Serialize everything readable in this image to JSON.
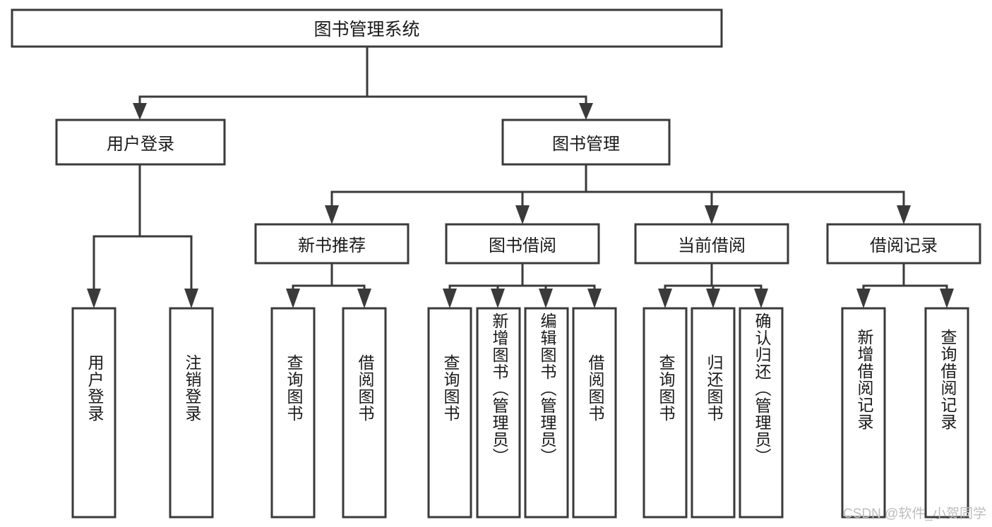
{
  "diagram": {
    "type": "tree-hierarchy",
    "title": "图书管理系统",
    "orientation": "top-down",
    "watermark": "CSDN @软件_小贺同学",
    "colors": {
      "stroke": "#3a3a3a",
      "box_fill": "#ffffff",
      "text": "#1a1a1a",
      "background": "#ffffff",
      "watermark": "#bdbdbd"
    },
    "levels": [
      {
        "level": 0,
        "nodes": [
          {
            "id": "root",
            "label": "图书管理系统",
            "orientation": "horizontal"
          }
        ]
      },
      {
        "level": 1,
        "nodes": [
          {
            "id": "user-login",
            "label": "用户登录",
            "orientation": "horizontal",
            "parent": "root"
          },
          {
            "id": "book-manage",
            "label": "图书管理",
            "orientation": "horizontal",
            "parent": "root"
          }
        ]
      },
      {
        "level": 2,
        "nodes": [
          {
            "id": "new-book-rec",
            "label": "新书推荐",
            "orientation": "horizontal",
            "parent": "book-manage"
          },
          {
            "id": "book-borrow",
            "label": "图书借阅",
            "orientation": "horizontal",
            "parent": "book-manage"
          },
          {
            "id": "current-borrow",
            "label": "当前借阅",
            "orientation": "horizontal",
            "parent": "book-manage"
          },
          {
            "id": "borrow-record",
            "label": "借阅记录",
            "orientation": "horizontal",
            "parent": "book-manage"
          }
        ]
      },
      {
        "level": 3,
        "nodes": [
          {
            "id": "leaf-user-login",
            "label": "用户登录",
            "orientation": "vertical",
            "parent": "user-login"
          },
          {
            "id": "leaf-logout",
            "label": "注销登录",
            "orientation": "vertical",
            "parent": "user-login"
          },
          {
            "id": "leaf-query-book-1",
            "label": "查询图书",
            "orientation": "vertical",
            "parent": "new-book-rec"
          },
          {
            "id": "leaf-borrow-book-1",
            "label": "借阅图书",
            "orientation": "vertical",
            "parent": "new-book-rec"
          },
          {
            "id": "leaf-query-book-2",
            "label": "查询图书",
            "orientation": "vertical",
            "parent": "book-borrow"
          },
          {
            "id": "leaf-add-book",
            "label": "新增图书（管理员）",
            "orientation": "vertical",
            "parent": "book-borrow"
          },
          {
            "id": "leaf-edit-book",
            "label": "编辑图书（管理员）",
            "orientation": "vertical",
            "parent": "book-borrow"
          },
          {
            "id": "leaf-borrow-book-2",
            "label": "借阅图书",
            "orientation": "vertical",
            "parent": "book-borrow"
          },
          {
            "id": "leaf-query-book-3",
            "label": "查询图书",
            "orientation": "vertical",
            "parent": "current-borrow"
          },
          {
            "id": "leaf-return-book",
            "label": "归还图书",
            "orientation": "vertical",
            "parent": "current-borrow"
          },
          {
            "id": "leaf-confirm-return",
            "label": "确认归还（管理员）",
            "orientation": "vertical",
            "parent": "current-borrow"
          },
          {
            "id": "leaf-add-record",
            "label": "新增借阅记录",
            "orientation": "vertical",
            "parent": "borrow-record"
          },
          {
            "id": "leaf-query-record",
            "label": "查询借阅记录",
            "orientation": "vertical",
            "parent": "borrow-record"
          }
        ]
      }
    ]
  }
}
